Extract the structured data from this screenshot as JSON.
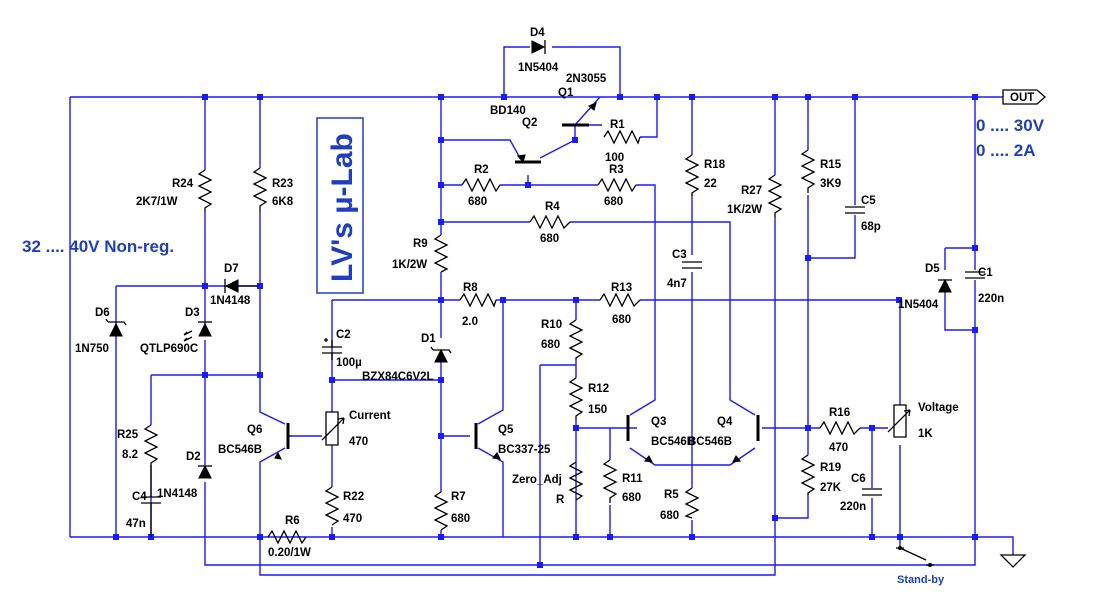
{
  "title": "LV's µ-Lab",
  "input_note": "32 .... 40V Non-reg.",
  "output_note_v": "0 .... 30V",
  "output_note_a": "0 .... 2A",
  "out_flag": "OUT",
  "standby": "Stand-by",
  "components": {
    "D4": {
      "ref": "D4",
      "value": "1N5404"
    },
    "Q1": {
      "ref": "Q1",
      "value": "2N3055"
    },
    "Q2": {
      "ref": "Q2",
      "value": "BD140"
    },
    "R1": {
      "ref": "R1",
      "value": "100"
    },
    "R2": {
      "ref": "R2",
      "value": "680"
    },
    "R3": {
      "ref": "R3",
      "value": "680"
    },
    "R4": {
      "ref": "R4",
      "value": "680"
    },
    "R24": {
      "ref": "R24",
      "value": "2K7/1W"
    },
    "R23": {
      "ref": "R23",
      "value": "6K8"
    },
    "R18": {
      "ref": "R18",
      "value": "22"
    },
    "R27": {
      "ref": "R27",
      "value": "1K/2W"
    },
    "R15": {
      "ref": "R15",
      "value": "3K9"
    },
    "C5": {
      "ref": "C5",
      "value": "68p"
    },
    "R9": {
      "ref": "R9",
      "value": "1K/2W"
    },
    "D7": {
      "ref": "D7",
      "value": "1N4148"
    },
    "D6": {
      "ref": "D6",
      "value": "1N750"
    },
    "D3": {
      "ref": "D3",
      "value": "QTLP690C"
    },
    "C2": {
      "ref": "C2",
      "value": "100µ"
    },
    "R8": {
      "ref": "R8",
      "value": "2.0"
    },
    "R13": {
      "ref": "R13",
      "value": "680"
    },
    "R10": {
      "ref": "R10",
      "value": "680"
    },
    "C3": {
      "ref": "C3",
      "value": "4n7"
    },
    "D5": {
      "ref": "D5",
      "value": "1N5404"
    },
    "C1": {
      "ref": "C1",
      "value": "220n"
    },
    "D1": {
      "ref": "D1",
      "value": "BZX84C6V2L"
    },
    "R12": {
      "ref": "R12",
      "value": "150"
    },
    "R25": {
      "ref": "R25",
      "value": "8.2"
    },
    "Q6": {
      "ref": "Q6",
      "value": "BC546B"
    },
    "CUR": {
      "ref": "Current",
      "value": "470"
    },
    "Q5": {
      "ref": "Q5",
      "value": "BC337-25"
    },
    "Q3": {
      "ref": "Q3",
      "value": "BC546B"
    },
    "Q4": {
      "ref": "Q4",
      "value": "BC546B"
    },
    "R16": {
      "ref": "R16",
      "value": "470"
    },
    "VOL": {
      "ref": "Voltage",
      "value": "1K"
    },
    "D2": {
      "ref": "D2",
      "value": "1N4148"
    },
    "ZA": {
      "ref": "Zero_Adj",
      "value": "R"
    },
    "R11": {
      "ref": "R11",
      "value": "680"
    },
    "R19": {
      "ref": "R19",
      "value": "27K"
    },
    "C6": {
      "ref": "C6",
      "value": "220n"
    },
    "C4": {
      "ref": "C4",
      "value": "47n"
    },
    "R22": {
      "ref": "R22",
      "value": "470"
    },
    "R7": {
      "ref": "R7",
      "value": "680"
    },
    "R5": {
      "ref": "R5",
      "value": "680"
    },
    "R6": {
      "ref": "R6",
      "value": "0.20/1W"
    }
  }
}
